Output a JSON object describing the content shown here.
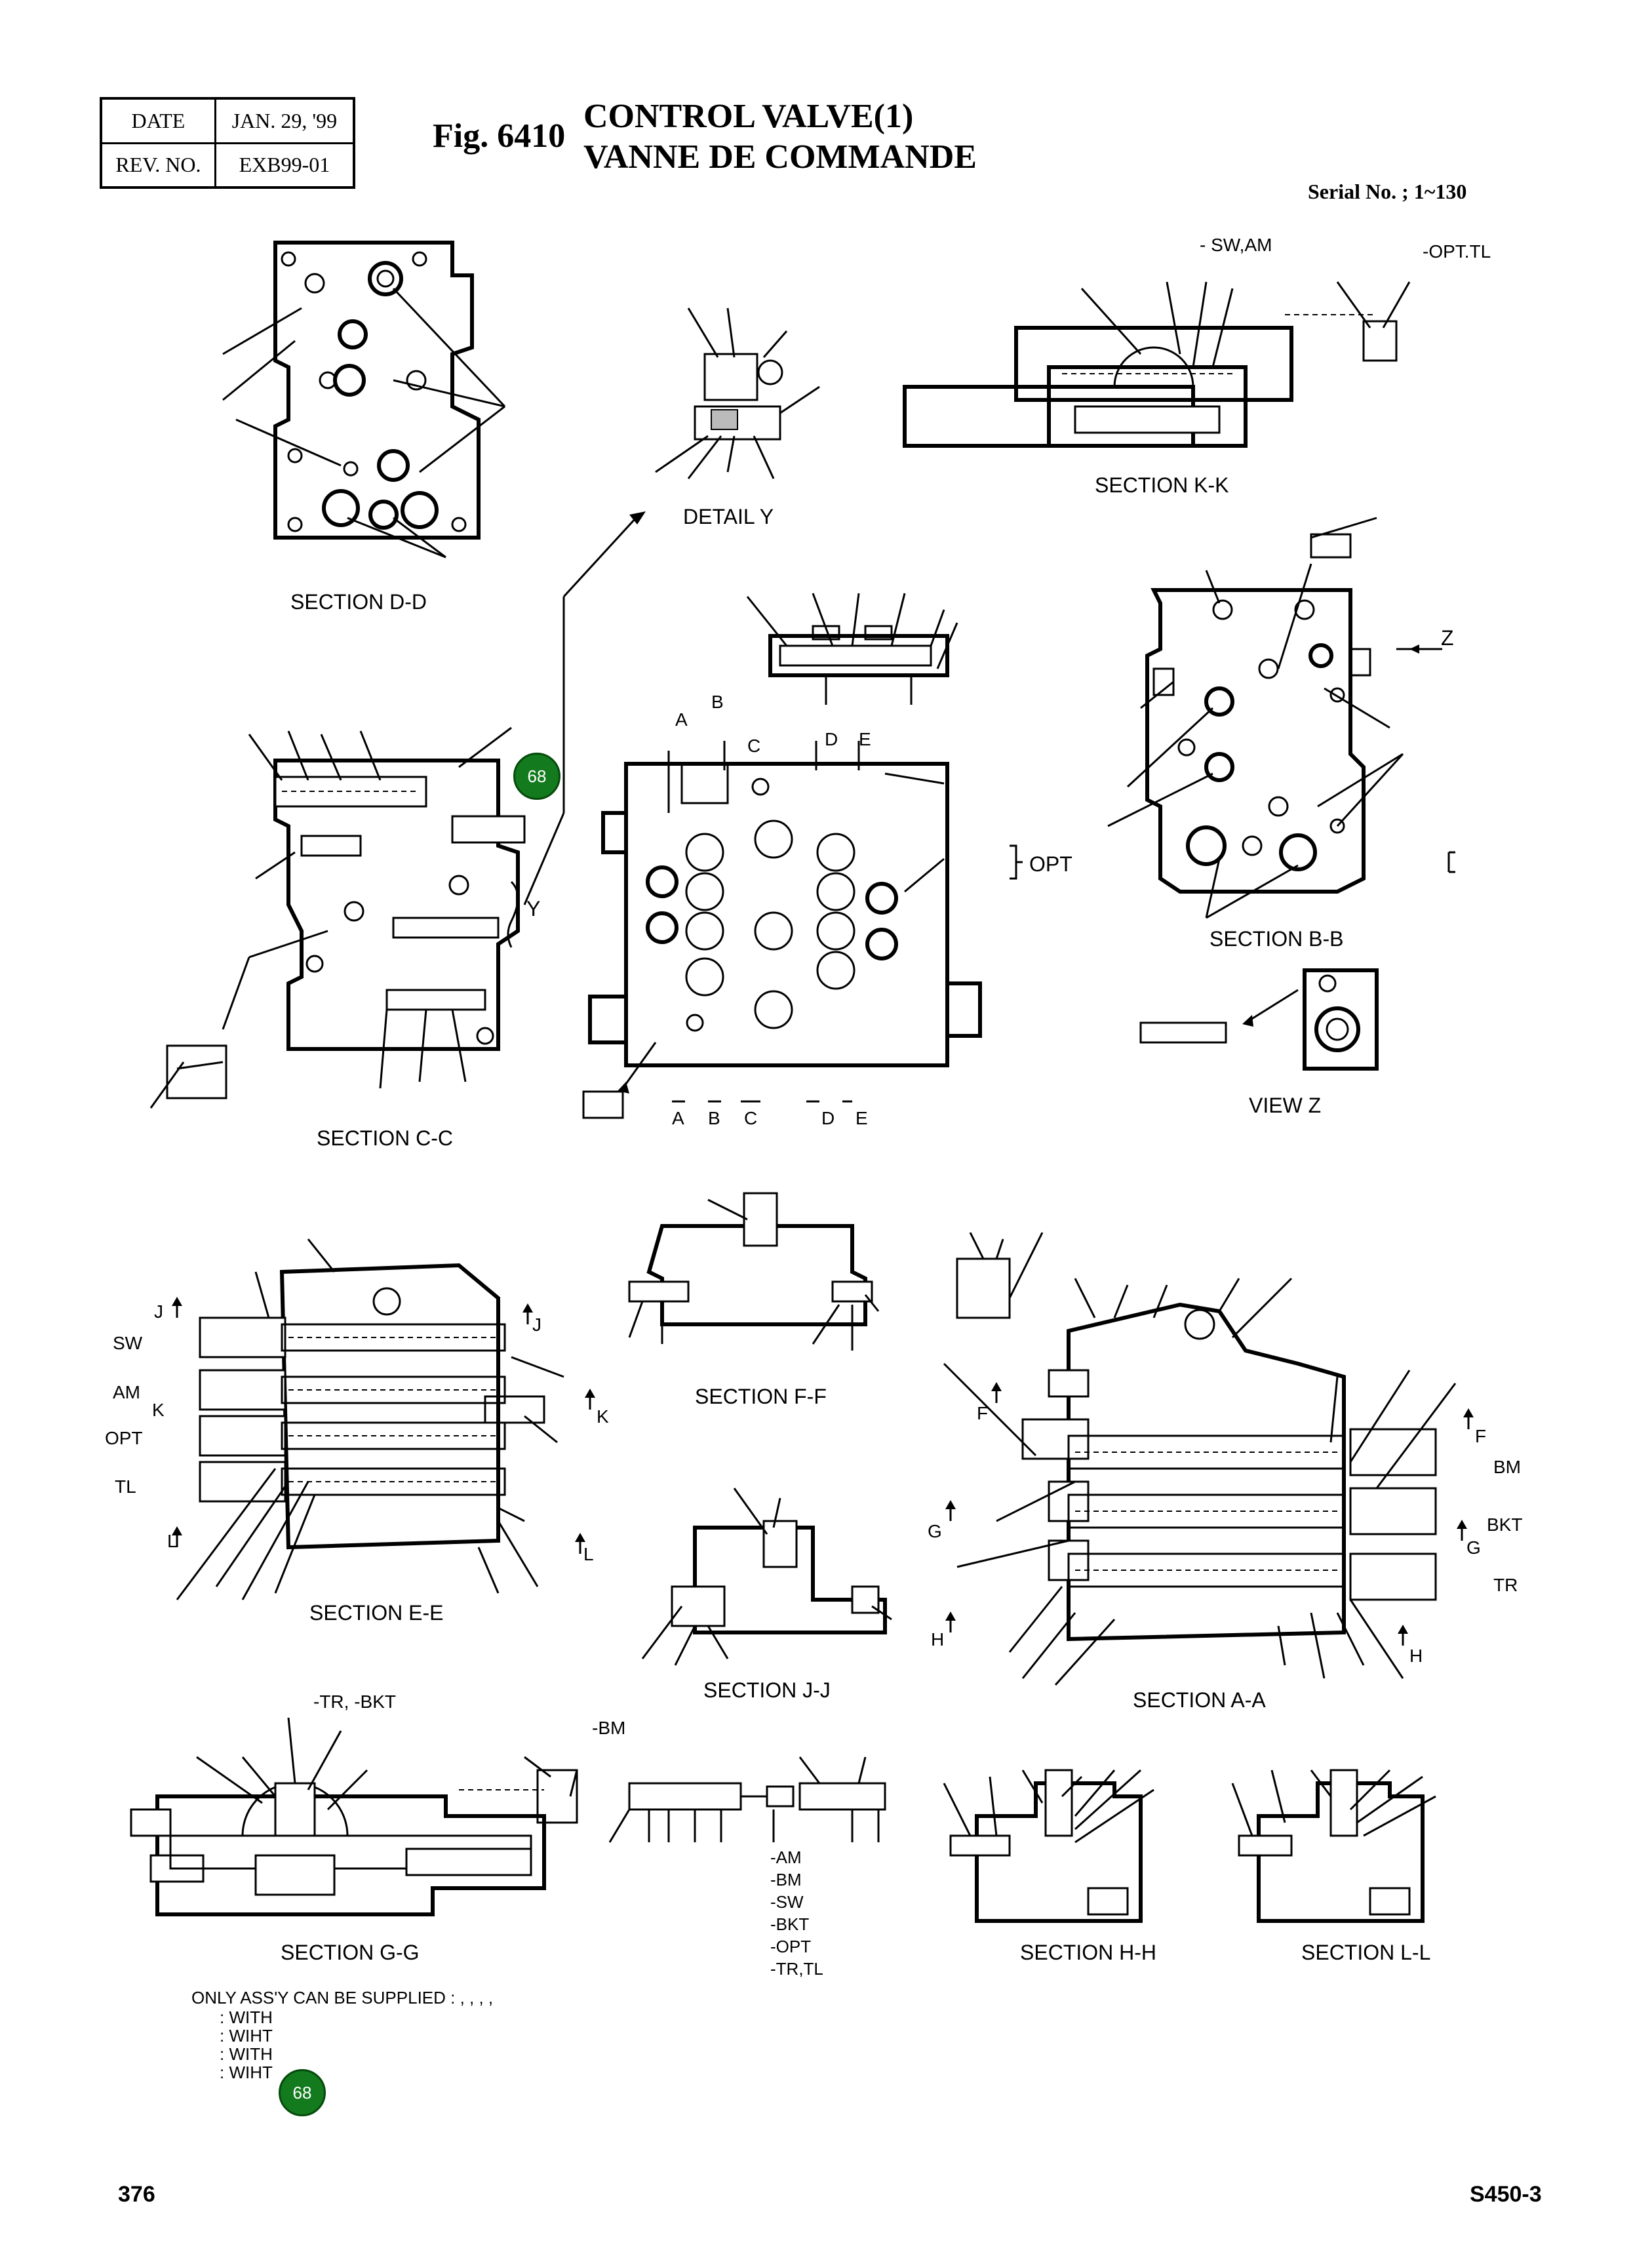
{
  "header": {
    "date_label": "DATE",
    "date_value": "JAN. 29, '99",
    "rev_label": "REV. NO.",
    "rev_value": "EXB99-01"
  },
  "figure": {
    "number": "Fig. 6410",
    "title_en": "CONTROL VALVE(1)",
    "title_fr": "VANNE DE COMMANDE",
    "serial": "Serial No. ; 1~130"
  },
  "sections": {
    "dd": "SECTION D-D",
    "detail_y": "DETAIL  Y",
    "kk": "SECTION K-K",
    "cc": "SECTION C-C",
    "bb": "SECTION B-B",
    "view_z": "VIEW  Z",
    "ee": "SECTION E-E",
    "ff": "SECTION F-F",
    "jj": "SECTION J-J",
    "aa": "SECTION A-A",
    "gg": "SECTION G-G",
    "hh": "SECTION H-H",
    "ll": "SECTION L-L"
  },
  "labels": {
    "sw_am": "- SW,AM",
    "opt_tl": "-OPT.TL",
    "z": "Z",
    "y": "Y",
    "opt_bracket": "OPT",
    "a": "A",
    "b": "B",
    "c": "C",
    "d": "D",
    "e": "E",
    "j": "J",
    "k": "K",
    "l": "L",
    "f": "F",
    "g": "G",
    "h": "H",
    "sw": "SW",
    "am": "AM",
    "opt": "OPT",
    "tl": "TL",
    "bm": "BM",
    "bkt": "BKT",
    "tr": "TR",
    "tr_bkt": "-TR,   -BKT",
    "bm_dash": "-BM",
    "variants": [
      "-AM",
      "-BM",
      "-SW",
      "-BKT",
      "-OPT",
      "-TR,TL"
    ]
  },
  "notes": {
    "assy_line": "ONLY ASS'Y CAN BE SUPPLIED :   ,    ,    ,    ,",
    "with_lines": [
      ": WITH",
      ": WIHT",
      ": WITH",
      ": WIHT"
    ]
  },
  "badges": [
    "68",
    "68"
  ],
  "footer": {
    "page": "376",
    "model": "S450-3"
  }
}
